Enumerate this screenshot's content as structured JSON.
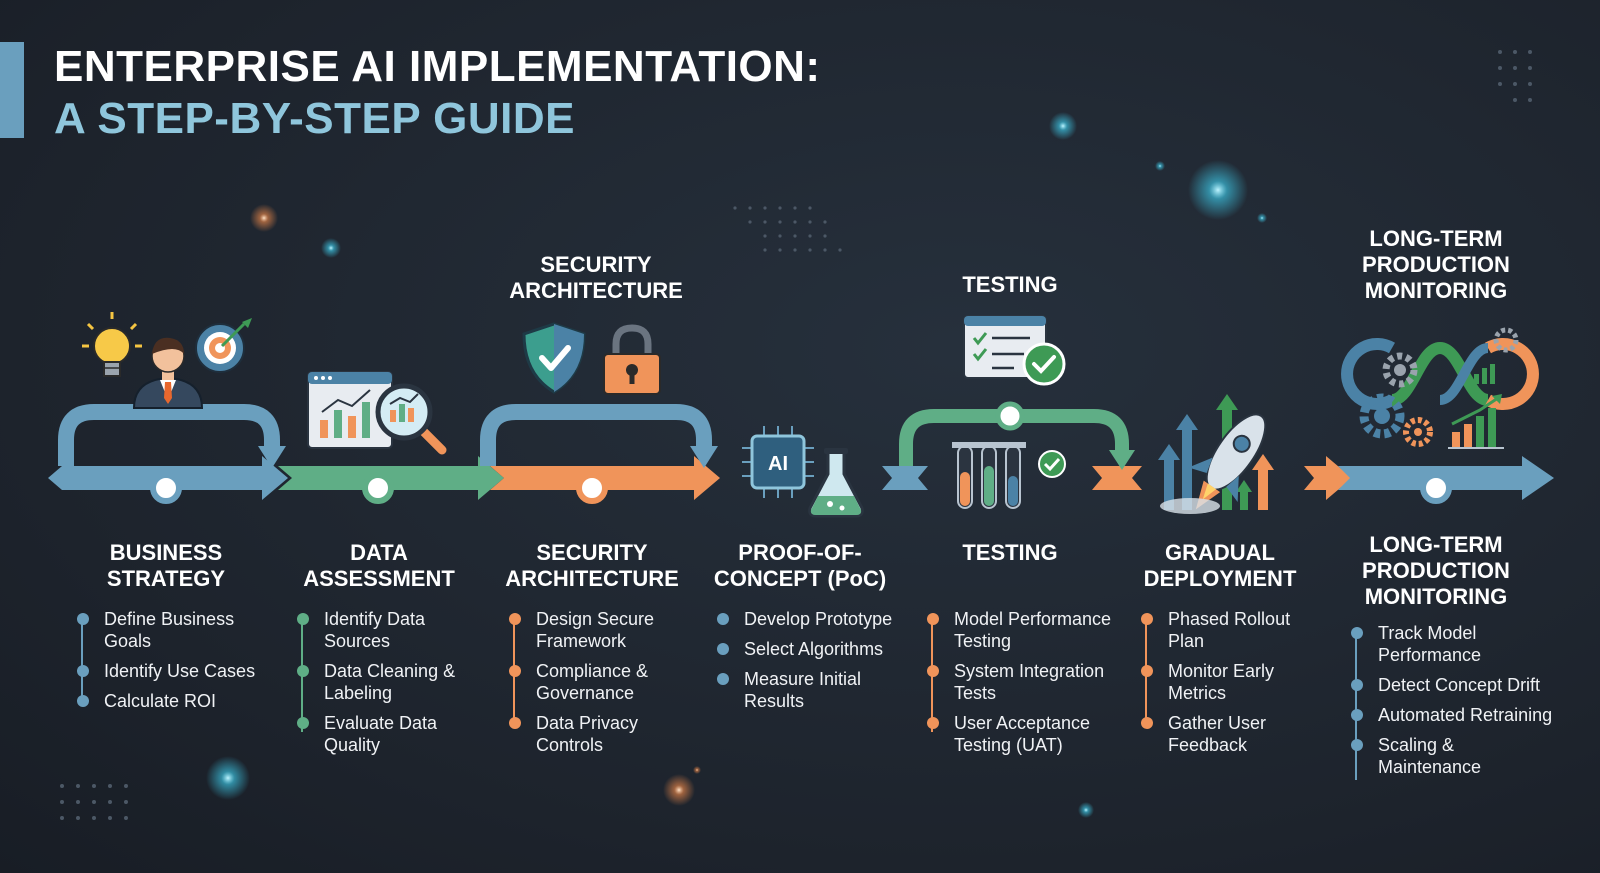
{
  "header": {
    "title_line1": "ENTERPRISE AI IMPLEMENTATION:",
    "title_line2": "A STEP-BY-STEP GUIDE"
  },
  "colors": {
    "blue": "#6a9fbe",
    "green": "#5fae86",
    "orange": "#f0945a",
    "background": "#1e252f"
  },
  "top_labels": {
    "security": "SECURITY ARCHITECTURE",
    "testing": "TESTING",
    "monitoring": "LONG-TERM PRODUCTION MONITORING"
  },
  "steps": [
    {
      "title": "BUSINESS STRATEGY",
      "color": "#6a9fbe",
      "icons": [
        "lightbulb-icon",
        "businessman-icon",
        "target-icon"
      ],
      "items": [
        "Define Business Goals",
        "Identify Use Cases",
        "Calculate ROI"
      ]
    },
    {
      "title": "DATA ASSESSMENT",
      "color": "#5fae86",
      "icons": [
        "chart-window-icon",
        "magnifier-icon"
      ],
      "items": [
        "Identify Data Sources",
        "Data Cleaning & Labeling",
        "Evaluate Data Quality"
      ]
    },
    {
      "title": "SECURITY ARCHITECTURE",
      "color": "#f0945a",
      "icons": [
        "shield-check-icon",
        "padlock-icon"
      ],
      "items": [
        "Design Secure Framework",
        "Compliance & Governance",
        "Data Privacy Controls"
      ]
    },
    {
      "title": "PROOF-OF-CONCEPT (PoC)",
      "color": "#6a9fbe",
      "icons": [
        "ai-chip-icon",
        "flask-icon"
      ],
      "chip_label": "AI",
      "items": [
        "Develop Prototype",
        "Select Algorithms",
        "Measure Initial Results"
      ]
    },
    {
      "title": "TESTING",
      "color": "#f0945a",
      "icons": [
        "checklist-icon",
        "test-tubes-icon"
      ],
      "items": [
        "Model Performance Testing",
        "System Integration Tests",
        "User Acceptance Testing (UAT)"
      ]
    },
    {
      "title": "GRADUAL DEPLOYMENT",
      "color": "#f0945a",
      "icons": [
        "rocket-icon",
        "growth-arrows-icon"
      ],
      "items": [
        "Phased Rollout Plan",
        "Monitor Early Metrics",
        "Gather User Feedback"
      ]
    },
    {
      "title": "LONG-TERM PRODUCTION MONITORING",
      "color": "#6a9fbe",
      "icons": [
        "gears-icon",
        "infinity-loop-icon",
        "bar-growth-icon"
      ],
      "items": [
        "Track Model Performance",
        "Detect Concept Drift",
        "Automated Retraining",
        "Scaling & Maintenance"
      ]
    }
  ]
}
